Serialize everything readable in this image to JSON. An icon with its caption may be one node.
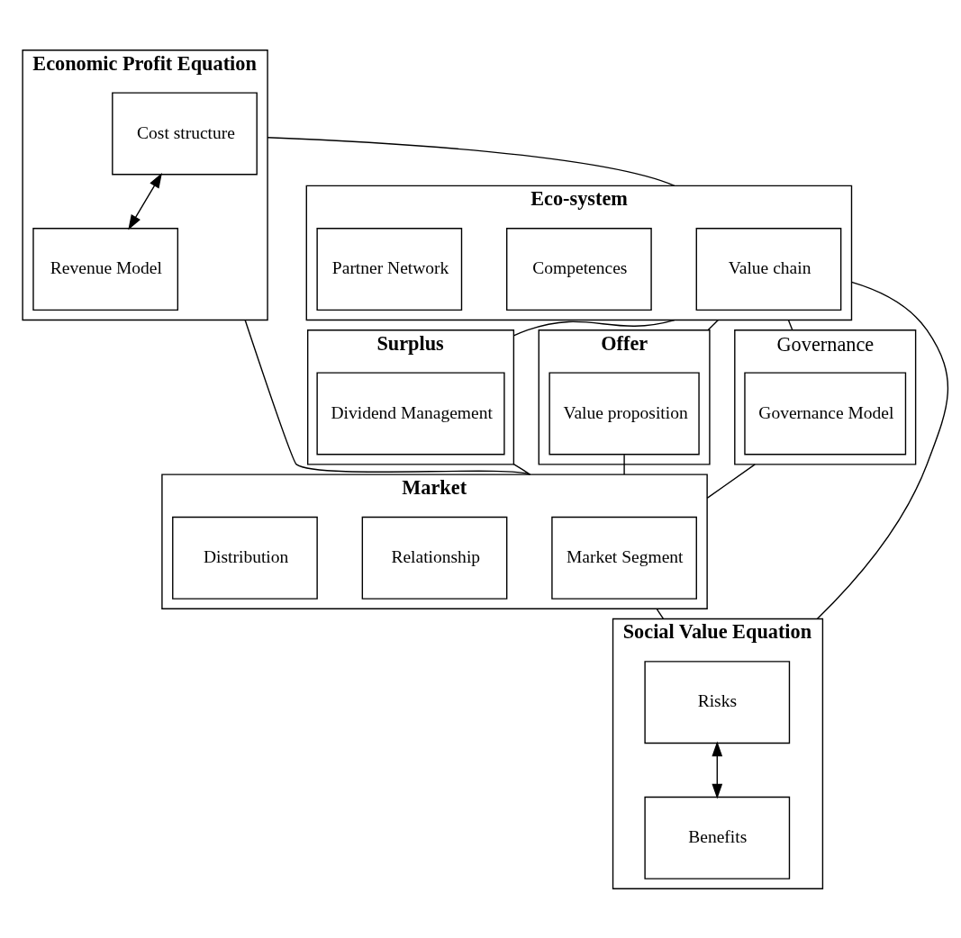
{
  "diagram": {
    "nodes": [
      {
        "text": [
          "Economic Profit Equation"
        ]
      },
      {
        "text": [
          "Cost structure"
        ],
        "in": 0
      },
      {
        "text": [
          "Revenue Model"
        ],
        "in": 0
      },
      {
        "text": [
          "Eco-system"
        ]
      },
      {
        "text": [
          "Value chain"
        ],
        "in": 3
      },
      {
        "text": [
          "Competences"
        ],
        "in": 3
      },
      {
        "text": [
          "Partner Network"
        ],
        "in": 3
      },
      {
        "text": [
          "Surplus"
        ]
      },
      {
        "text": [
          "Dividend Management"
        ],
        "in": 7
      },
      {
        "text": [
          "Offer"
        ]
      },
      {
        "text": [
          "Value proposition"
        ],
        "in": 9
      },
      {
        "text": [
          "Governance"
        ]
      },
      {
        "text": [
          "Governance Model"
        ],
        "in": 11
      },
      {
        "text": [
          "Market"
        ]
      },
      {
        "text": [
          "Market Segment"
        ],
        "in": 13
      },
      {
        "text": [
          "Relationship"
        ],
        "in": 13
      },
      {
        "text": [
          "Distribution"
        ],
        "in": 13
      },
      {
        "text": [
          "Social Value Equation"
        ]
      },
      {
        "text": [
          "Risks"
        ],
        "in": 17
      },
      {
        "text": [
          "Benefits"
        ],
        "in": 17
      }
    ],
    "edges": [
      {
        "from": 1,
        "to": 2,
        "arrow": "both"
      },
      {
        "from": 0,
        "to": 3,
        "arrow": "none"
      },
      {
        "from": 0,
        "to": 13,
        "arrow": "none"
      },
      {
        "from": 3,
        "to": 7,
        "arrow": "none"
      },
      {
        "from": 3,
        "to": 9,
        "arrow": "none"
      },
      {
        "from": 3,
        "to": 11,
        "arrow": "none"
      },
      {
        "from": 7,
        "to": 13,
        "arrow": "none"
      },
      {
        "from": 10,
        "to": 13,
        "arrow": "none"
      },
      {
        "from": 11,
        "to": 13,
        "arrow": "none"
      },
      {
        "from": 3,
        "to": 17,
        "arrow": "none"
      },
      {
        "from": 13,
        "to": 17,
        "arrow": "none"
      },
      {
        "from": 18,
        "to": 19,
        "arrow": "both"
      }
    ]
  }
}
